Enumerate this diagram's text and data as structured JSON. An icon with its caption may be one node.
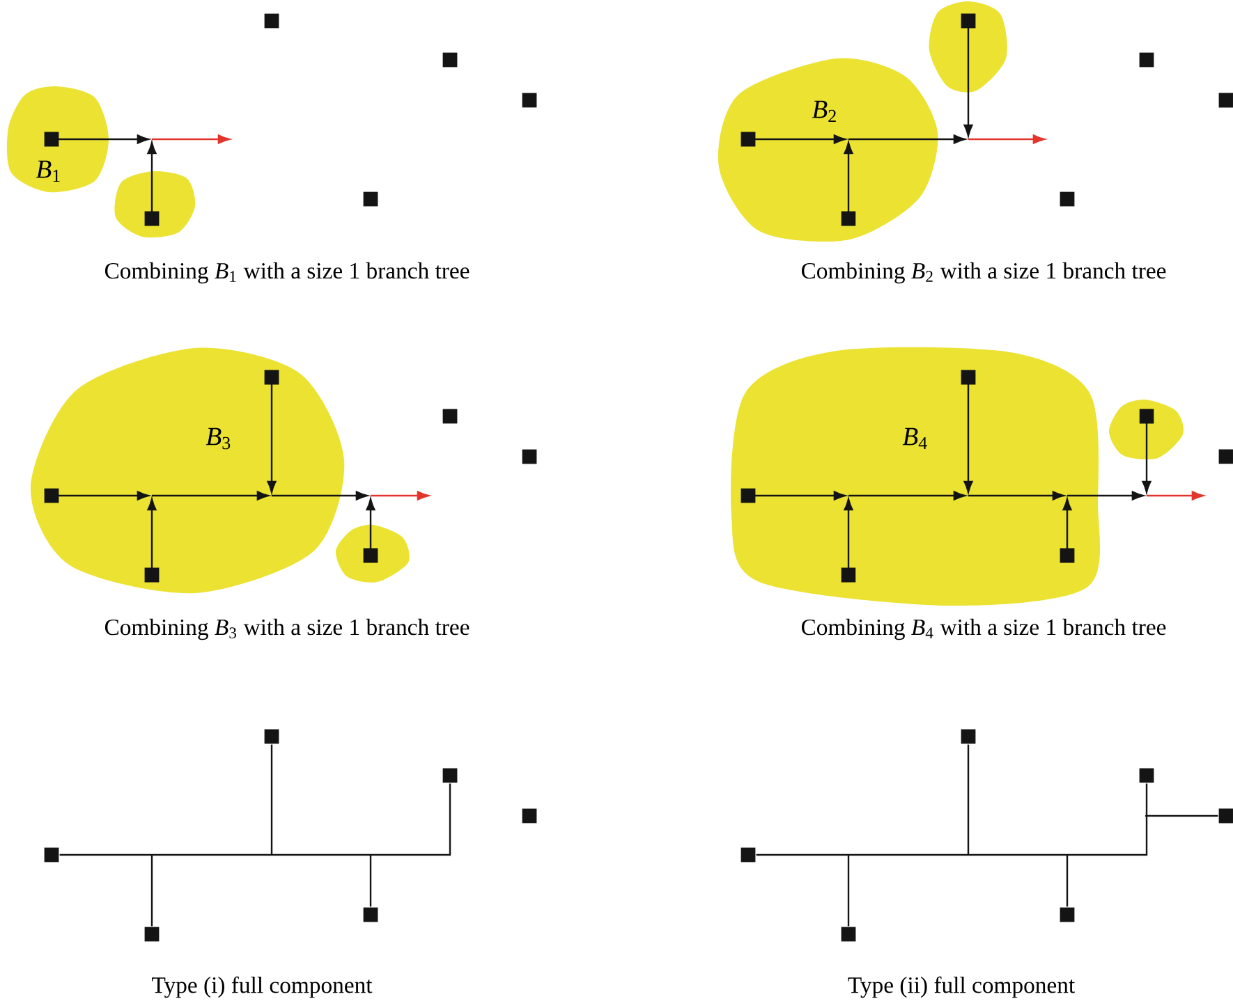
{
  "diagram": {
    "nodes": [
      {
        "text": [
          "*B*$_{1}$"
        ]
      },
      {
        "text": [],
        "shape": "blob"
      },
      {
        "text": [],
        "shape": "box"
      },
      {
        "text": [],
        "shape": "box"
      },
      {
        "text": [],
        "shape": "box"
      },
      {
        "text": [],
        "shape": "box",
        "in": 0
      },
      {
        "text": [],
        "shape": "box"
      },
      {
        "text": [],
        "shape": "box",
        "in": 1
      },
      {
        "text": [
          "*B*$_{2}$"
        ]
      },
      {
        "text": [],
        "shape": "blob"
      },
      {
        "text": [],
        "shape": "box",
        "in": 9
      },
      {
        "text": [],
        "shape": "box"
      },
      {
        "text": [],
        "shape": "box"
      },
      {
        "text": [],
        "shape": "box",
        "in": 8
      },
      {
        "text": [],
        "shape": "box"
      },
      {
        "text": [],
        "shape": "box",
        "in": 8
      },
      {
        "text": [
          "*B*$_{3}$"
        ]
      },
      {
        "text": [],
        "shape": "blob"
      },
      {
        "text": [],
        "shape": "box",
        "in": 16
      },
      {
        "text": [],
        "shape": "box"
      },
      {
        "text": [],
        "shape": "box"
      },
      {
        "text": [],
        "shape": "box",
        "in": 16
      },
      {
        "text": [],
        "shape": "box",
        "in": 17
      },
      {
        "text": [],
        "shape": "box",
        "in": 16
      },
      {
        "text": [
          "*B*$_{4}$"
        ]
      },
      {
        "text": [],
        "shape": "blob"
      },
      {
        "text": [],
        "shape": "box",
        "in": 24
      },
      {
        "text": [],
        "shape": "box",
        "in": 25
      },
      {
        "text": [],
        "shape": "box"
      },
      {
        "text": [],
        "shape": "box",
        "in": 24
      },
      {
        "text": [],
        "shape": "box",
        "in": 24
      },
      {
        "text": [],
        "shape": "box",
        "in": 24
      },
      {
        "text": [],
        "shape": "box"
      },
      {
        "text": [],
        "shape": "box"
      },
      {
        "text": [],
        "shape": "box"
      },
      {
        "text": [],
        "shape": "box"
      },
      {
        "text": [],
        "shape": "box"
      },
      {
        "text": [],
        "shape": "box"
      },
      {
        "text": [],
        "shape": "box"
      },
      {
        "text": [],
        "shape": "box"
      },
      {
        "text": [],
        "shape": "box"
      },
      {
        "text": [],
        "shape": "box"
      },
      {
        "text": [],
        "shape": "box"
      },
      {
        "text": [],
        "shape": "box"
      }
    ],
    "edges": [
      {
        "from": 5,
        "to": null,
        "arrow": "to"
      },
      {
        "from": 7,
        "to": null,
        "arrow": "to"
      },
      {
        "from": 13,
        "to": null,
        "arrow": "to"
      },
      {
        "from": 15,
        "to": null,
        "arrow": "to"
      },
      {
        "from": 10,
        "to": null,
        "arrow": "to"
      },
      {
        "from": 21,
        "to": null,
        "arrow": "to"
      },
      {
        "from": 23,
        "to": null,
        "arrow": "to"
      },
      {
        "from": 18,
        "to": null,
        "arrow": "to"
      },
      {
        "from": 22,
        "to": null,
        "arrow": "to"
      },
      {
        "from": 29,
        "to": null,
        "arrow": "to"
      },
      {
        "from": 31,
        "to": null,
        "arrow": "to"
      },
      {
        "from": 26,
        "to": null,
        "arrow": "to"
      },
      {
        "from": 30,
        "to": null,
        "arrow": "to"
      },
      {
        "from": 27,
        "to": null,
        "arrow": "to"
      },
      {
        "from": 35,
        "to": 33,
        "arrow": "none"
      },
      {
        "from": 37,
        "to": null,
        "arrow": "none"
      },
      {
        "from": 32,
        "to": null,
        "arrow": "none"
      },
      {
        "from": 36,
        "to": null,
        "arrow": "none"
      },
      {
        "from": 41,
        "to": 39,
        "arrow": "none"
      },
      {
        "from": 43,
        "to": null,
        "arrow": "none"
      },
      {
        "from": 38,
        "to": null,
        "arrow": "none"
      },
      {
        "from": 42,
        "to": null,
        "arrow": "none"
      },
      {
        "from": 40,
        "to": null,
        "arrow": "none"
      }
    ],
    "labels": [
      "Combining *B*$_{1}$ with a size 1 branch tree",
      "Combining *B*$_{2}$ with a size 1 branch tree",
      "Combining *B*$_{3}$ with a size 1 branch tree",
      "Combining *B*$_{4}$ with a size 1 branch tree",
      "Type (i) full component",
      "Type (ii) full component"
    ]
  }
}
